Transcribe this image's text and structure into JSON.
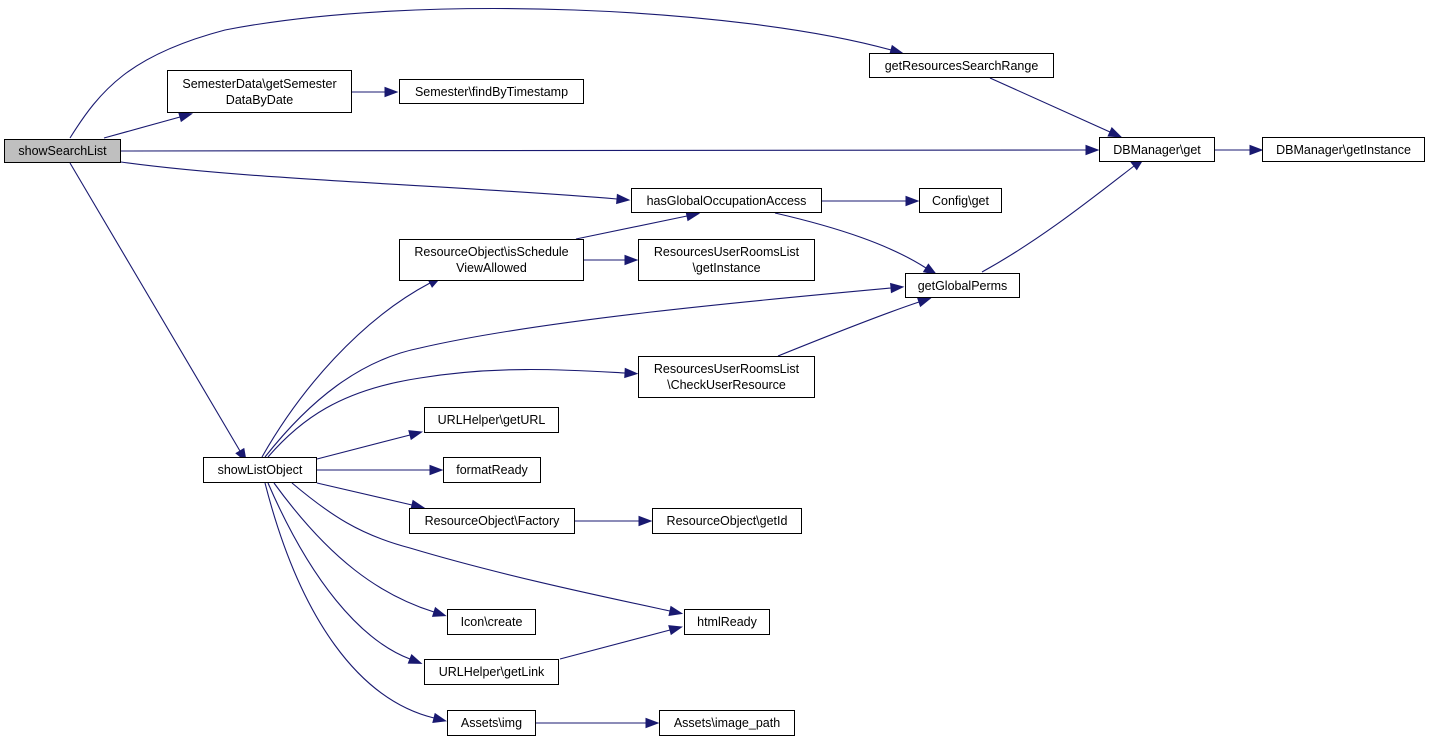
{
  "nodes": {
    "showSearchList": {
      "lines": [
        "showSearchList"
      ]
    },
    "getSemesterDataByDate": {
      "lines": [
        "SemesterData\\getSemester",
        "DataByDate"
      ]
    },
    "findByTimestamp": {
      "lines": [
        "Semester\\findByTimestamp"
      ]
    },
    "getResourcesSearchRange": {
      "lines": [
        "getResourcesSearchRange"
      ]
    },
    "dbGet": {
      "lines": [
        "DBManager\\get"
      ]
    },
    "dbGetInstance": {
      "lines": [
        "DBManager\\getInstance"
      ]
    },
    "hasGlobalOccupationAccess": {
      "lines": [
        "hasGlobalOccupationAccess"
      ]
    },
    "configGet": {
      "lines": [
        "Config\\get"
      ]
    },
    "isScheduleViewAllowed": {
      "lines": [
        "ResourceObject\\isSchedule",
        "ViewAllowed"
      ]
    },
    "rurlGetInstance": {
      "lines": [
        "ResourcesUserRoomsList",
        "\\getInstance"
      ]
    },
    "getGlobalPerms": {
      "lines": [
        "getGlobalPerms"
      ]
    },
    "checkUserResource": {
      "lines": [
        "ResourcesUserRoomsList",
        "\\CheckUserResource"
      ]
    },
    "getURL": {
      "lines": [
        "URLHelper\\getURL"
      ]
    },
    "showListObject": {
      "lines": [
        "showListObject"
      ]
    },
    "formatReady": {
      "lines": [
        "formatReady"
      ]
    },
    "factory": {
      "lines": [
        "ResourceObject\\Factory"
      ]
    },
    "getId": {
      "lines": [
        "ResourceObject\\getId"
      ]
    },
    "htmlReady": {
      "lines": [
        "htmlReady"
      ]
    },
    "iconCreate": {
      "lines": [
        "Icon\\create"
      ]
    },
    "getLink": {
      "lines": [
        "URLHelper\\getLink"
      ]
    },
    "assetsImg": {
      "lines": [
        "Assets\\img"
      ]
    },
    "imagePath": {
      "lines": [
        "Assets\\image_path"
      ]
    }
  },
  "edges": [
    [
      "showSearchList",
      "getResourcesSearchRange"
    ],
    [
      "showSearchList",
      "getSemesterDataByDate"
    ],
    [
      "showSearchList",
      "dbGet"
    ],
    [
      "showSearchList",
      "hasGlobalOccupationAccess"
    ],
    [
      "showSearchList",
      "showListObject"
    ],
    [
      "getSemesterDataByDate",
      "findByTimestamp"
    ],
    [
      "getResourcesSearchRange",
      "dbGet"
    ],
    [
      "dbGet",
      "dbGetInstance"
    ],
    [
      "hasGlobalOccupationAccess",
      "configGet"
    ],
    [
      "hasGlobalOccupationAccess",
      "getGlobalPerms"
    ],
    [
      "isScheduleViewAllowed",
      "hasGlobalOccupationAccess"
    ],
    [
      "isScheduleViewAllowed",
      "rurlGetInstance"
    ],
    [
      "getGlobalPerms",
      "dbGet"
    ],
    [
      "checkUserResource",
      "getGlobalPerms"
    ],
    [
      "showListObject",
      "isScheduleViewAllowed"
    ],
    [
      "showListObject",
      "getGlobalPerms"
    ],
    [
      "showListObject",
      "checkUserResource"
    ],
    [
      "showListObject",
      "getURL"
    ],
    [
      "showListObject",
      "formatReady"
    ],
    [
      "showListObject",
      "factory"
    ],
    [
      "showListObject",
      "htmlReady"
    ],
    [
      "showListObject",
      "iconCreate"
    ],
    [
      "showListObject",
      "getLink"
    ],
    [
      "showListObject",
      "assetsImg"
    ],
    [
      "factory",
      "getId"
    ],
    [
      "getLink",
      "htmlReady"
    ],
    [
      "assetsImg",
      "imagePath"
    ]
  ],
  "colors": {
    "edge": "#191970",
    "root_fill": "#bfbfbf",
    "node_fill": "#ffffff",
    "border": "#000000"
  }
}
